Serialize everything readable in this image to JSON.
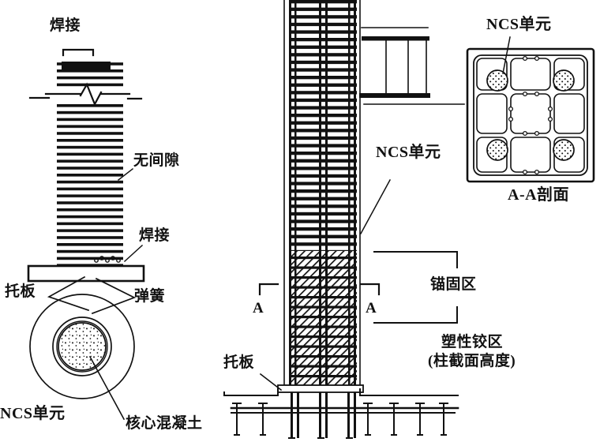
{
  "figure": {
    "left": {
      "weld_top": "焊接",
      "no_gap": "无间隙",
      "weld_bottom": "焊接",
      "bearing_plate": "托板",
      "spring": "弹簧",
      "ncs_unit": "NCS单元",
      "core_concrete": "核心混凝土"
    },
    "middle": {
      "ncs_unit": "NCS单元",
      "section_letter": "A",
      "bearing_plate": "托板",
      "anchorage_zone": "锚固区",
      "plastic_hinge_zone": "塑性铰区",
      "plastic_hinge_note": "(柱截面高度)"
    },
    "right": {
      "ncs_unit": "NCS单元",
      "caption": "A-A剖面"
    }
  },
  "colors": {
    "ink": "#111111",
    "paper": "#ffffff"
  }
}
